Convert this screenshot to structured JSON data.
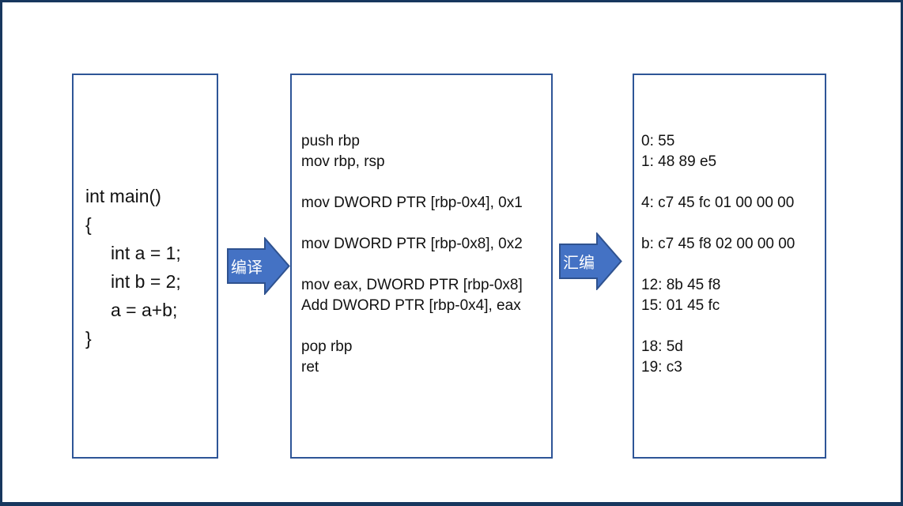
{
  "diagram": {
    "source_box": {
      "lines": [
        "int main()",
        "{",
        "     int a = 1;",
        "     int b = 2;",
        "     a = a+b;",
        "}"
      ]
    },
    "compile_arrow": {
      "label": "编译"
    },
    "assembly_box": {
      "lines": [
        "push rbp",
        "mov rbp, rsp",
        "",
        "mov DWORD PTR [rbp-0x4], 0x1",
        "",
        "mov DWORD PTR [rbp-0x8], 0x2",
        "",
        "mov eax, DWORD PTR [rbp-0x8]",
        "Add DWORD PTR [rbp-0x4], eax",
        "",
        "pop rbp",
        "ret"
      ]
    },
    "assemble_arrow": {
      "label": "汇编"
    },
    "machine_code_box": {
      "lines": [
        "0: 55",
        "1: 48 89 e5",
        "",
        "4: c7 45 fc 01 00 00 00",
        "",
        "b: c7 45 f8 02 00 00 00",
        "",
        "12: 8b 45 f8",
        "15: 01 45 fc",
        "",
        "18: 5d",
        "19: c3"
      ]
    }
  },
  "colors": {
    "frame_border": "#17375E",
    "box_border": "#2E5597",
    "arrow_fill": "#4472C4",
    "arrow_border": "#2F528F",
    "arrow_text": "#FFFFFF",
    "text": "#111111"
  }
}
